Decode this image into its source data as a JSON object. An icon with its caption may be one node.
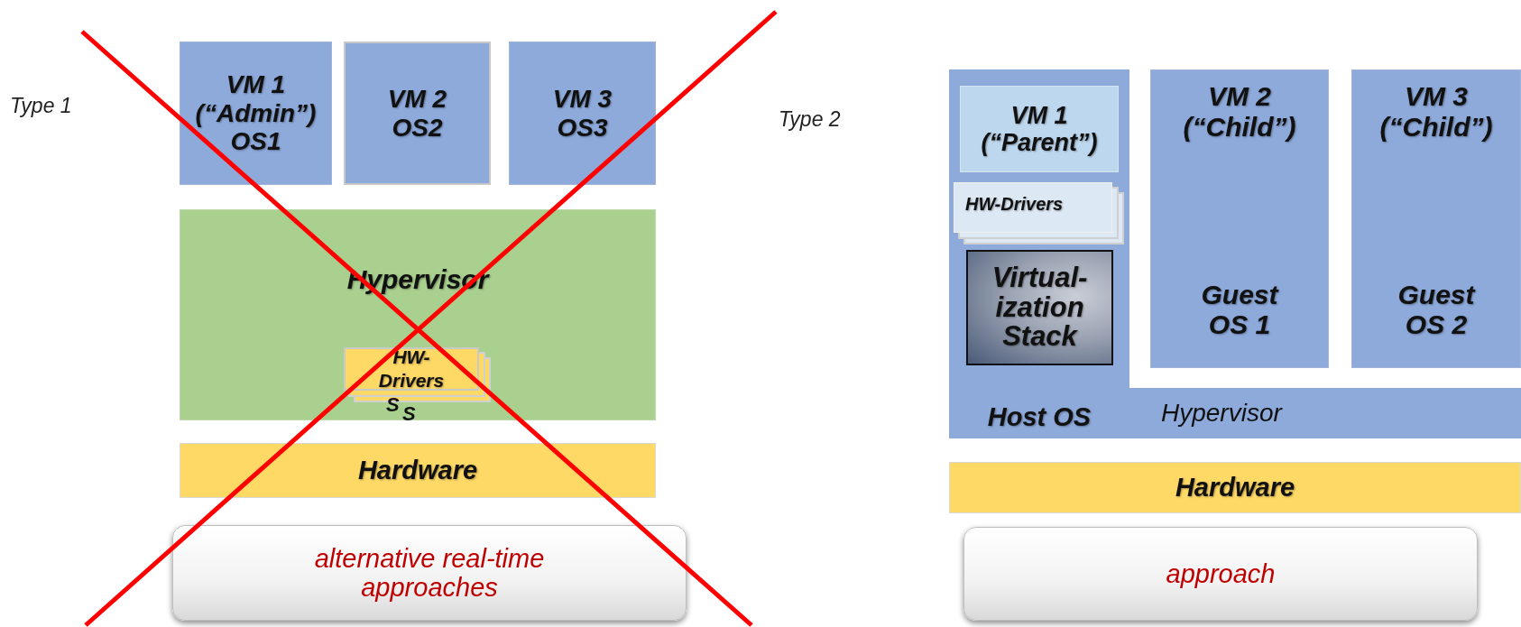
{
  "diagram": {
    "nodes": [
      {
        "text": [
          "VM 1 (“Admin”) OS1"
        ]
      },
      {
        "text": [
          "VM 2 OS2"
        ]
      },
      {
        "text": [
          "VM 3 OS3"
        ]
      },
      {
        "text": [
          "Hypervisor"
        ]
      },
      {
        "text": [
          "HW-Drivers"
        ],
        "in": 3
      },
      {
        "text": [
          "Hardware"
        ]
      },
      {
        "text": [
          "alternative real-time approaches"
        ]
      },
      {
        "text": [
          "Hypervisor"
        ]
      },
      {
        "text": [
          "Host OS"
        ]
      },
      {
        "text": [
          "VM 1 (“Parent”)"
        ],
        "in": 8
      },
      {
        "text": [
          "HW-Drivers"
        ],
        "in": 8
      },
      {
        "text": [
          "Virtual- ization Stack"
        ],
        "in": 8
      },
      {
        "text": [
          "VM 2 (“Child”)",
          "Guest OS 1"
        ]
      },
      {
        "text": [
          "VM 3 (“Child”)",
          "Guest OS 2"
        ]
      },
      {
        "text": [
          "Hardware"
        ]
      },
      {
        "text": [
          "approach"
        ]
      }
    ],
    "labels": [
      "Type 1",
      "S",
      "S",
      "Type 2"
    ]
  }
}
